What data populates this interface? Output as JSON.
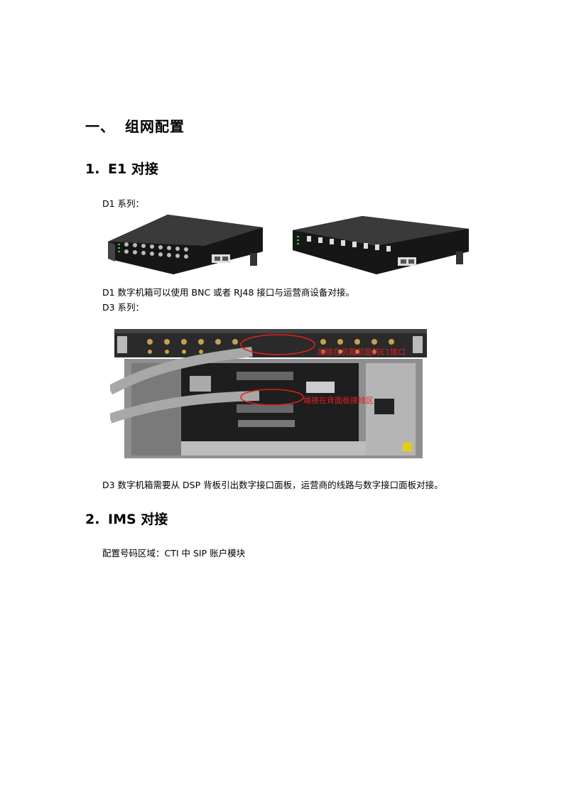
{
  "heading1": {
    "number": "一、",
    "title": "组网配置"
  },
  "section1": {
    "number": "1.",
    "title": "E1 对接",
    "d1_label": "D1 系列：",
    "d1_desc": "D1 数字机箱可以使用 BNC 或者 RJ48 接口与运营商设备对接。",
    "d3_label": "D3 系列：",
    "d3_desc": "D3 数字机箱需要从 DSP 背板引出数字接口面板，运营商的线路与数字接口面板对接。",
    "d3_annotations": {
      "top": "端接在机箱前面的E1接口",
      "middle": "端接在背面板接线区"
    }
  },
  "section2": {
    "number": "2.",
    "title": "IMS 对接",
    "desc": "配置号码区域：CTI 中 SIP 账户模块"
  },
  "colors": {
    "annotation_red": "#e0201c",
    "chassis_dark": "#1a1a1a",
    "chassis_grey": "#9a9a9a"
  }
}
